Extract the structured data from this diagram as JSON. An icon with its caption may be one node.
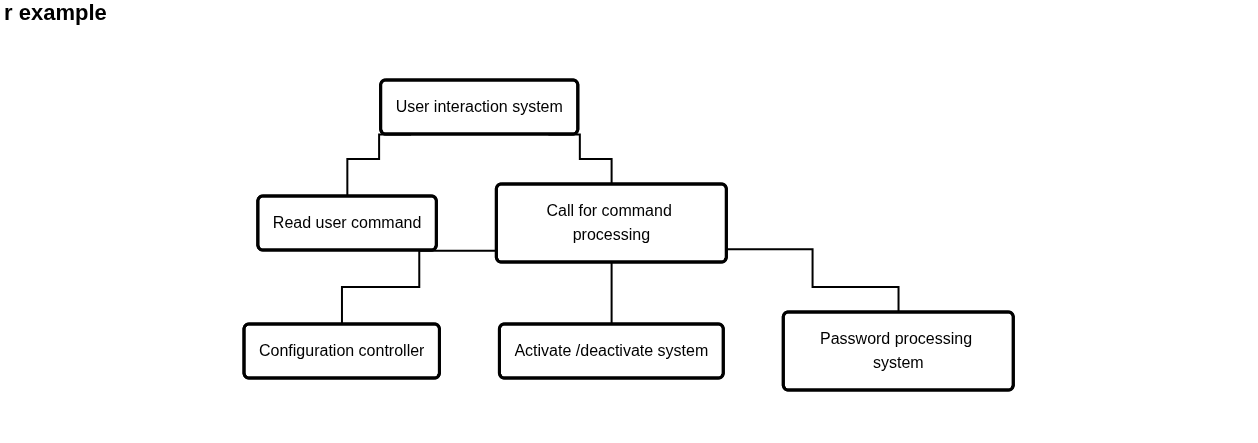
{
  "diagram": {
    "title": "r example",
    "nodes": [
      {
        "text": [
          "User interaction system"
        ]
      },
      {
        "text": [
          "Read user command"
        ]
      },
      {
        "text": [
          "Call for command processing"
        ]
      },
      {
        "text": [
          "Configuration controller"
        ]
      },
      {
        "text": [
          "Activate /deactivate system"
        ]
      },
      {
        "text": [
          "Password processing system"
        ]
      }
    ],
    "edges": [
      {
        "from": 0,
        "to": 1,
        "arrow": "none"
      },
      {
        "from": 0,
        "to": 2,
        "arrow": "none"
      },
      {
        "from": 2,
        "to": 3,
        "arrow": "none"
      },
      {
        "from": 2,
        "to": 4,
        "arrow": "none"
      },
      {
        "from": 2,
        "to": 5,
        "arrow": "none"
      }
    ]
  }
}
